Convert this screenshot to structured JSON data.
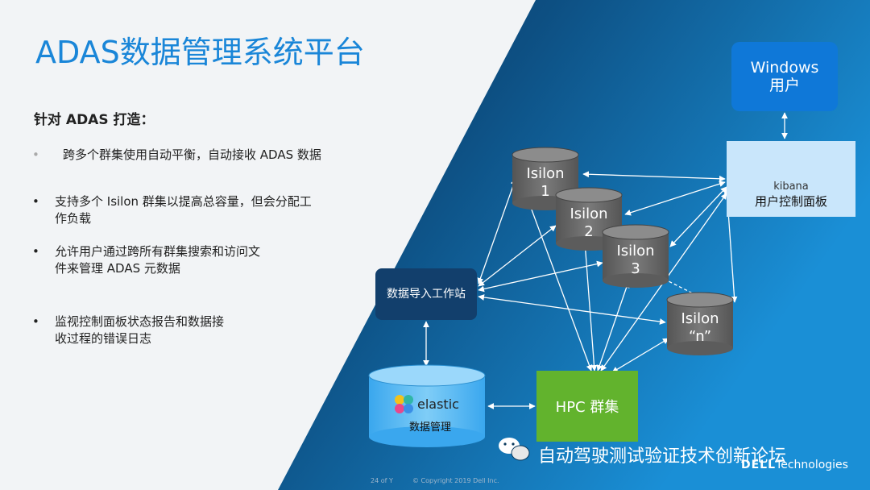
{
  "slide": {
    "title": "ADAS数据管理系统平台",
    "subtitle": "针对 ADAS 打造：",
    "bullets": [
      {
        "marker": "•",
        "text": "跨多个群集使用自动平衡，自动接收 ADAS 数据"
      },
      {
        "marker": "•",
        "text": "支持多个 Isilon 群集以提高总容量，但会分配工作负载"
      },
      {
        "marker": "•",
        "text": "允许用户通过跨所有群集搜索和访问文件来管理 ADAS 元数据"
      },
      {
        "marker": "•",
        "text": "监视控制面板状态报告和数据接收过程的错误日志"
      }
    ]
  },
  "diagram": {
    "windows_user": {
      "line1": "Windows",
      "line2": "用户"
    },
    "kibana": {
      "name": "kibana",
      "label": "用户控制面板"
    },
    "import_station": "数据导入工作站",
    "elastic": {
      "name": "elastic",
      "label": "数据管理"
    },
    "hpc": "HPC 群集",
    "isilon_nodes": [
      {
        "line1": "Isilon",
        "line2": "1"
      },
      {
        "line1": "Isilon",
        "line2": "2"
      },
      {
        "line1": "Isilon",
        "line2": "3"
      },
      {
        "line1": "Isilon",
        "line2": "“n”"
      }
    ]
  },
  "footer": {
    "page": "24 of Y",
    "copyright": "© Copyright 2019 Dell Inc.",
    "watermark": "自动驾驶测试验证技术创新论坛",
    "logo_dell": "DELL",
    "logo_tech": "Technologies"
  },
  "colors": {
    "accent": "#1a86d8",
    "windows": "#0f78d8",
    "hpc": "#62b32d",
    "cylinder": "#6b6b6b"
  }
}
